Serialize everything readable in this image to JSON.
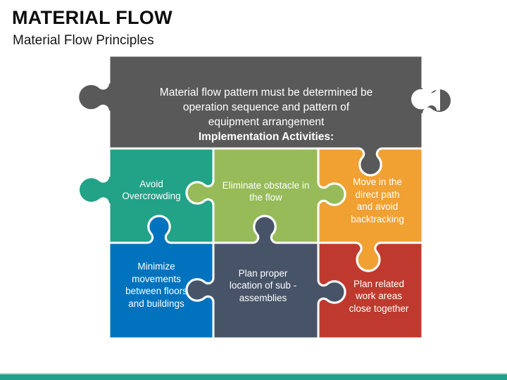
{
  "slide": {
    "title": "MATERIAL FLOW",
    "subtitle": "Material Flow Principles"
  },
  "footer_bar": {
    "color": "#21A189",
    "highlight": "#A9DCD1"
  },
  "puzzle": {
    "header": {
      "color": "#595959",
      "body": "Material flow pattern must be determined be\noperation sequence and pattern of\nequipment arrangement",
      "heading": "Implementation Activities:"
    },
    "pieces": [
      {
        "label": "Avoid\nOvercrowding",
        "color": "#22A287"
      },
      {
        "label": "Eliminate obstacle in\nthe flow",
        "color": "#96BB58"
      },
      {
        "label": "Move in the\ndirect path\nand avoid\nbacktracking",
        "color": "#F0A132"
      },
      {
        "label": "Minimize\nmovements\nbetween floors\nand buildings",
        "color": "#0173BE"
      },
      {
        "label": "Plan proper\nlocation of sub -\nassemblies",
        "color": "#475468"
      },
      {
        "label": "Plan related\nwork areas\nclose together",
        "color": "#C0392E"
      }
    ]
  }
}
